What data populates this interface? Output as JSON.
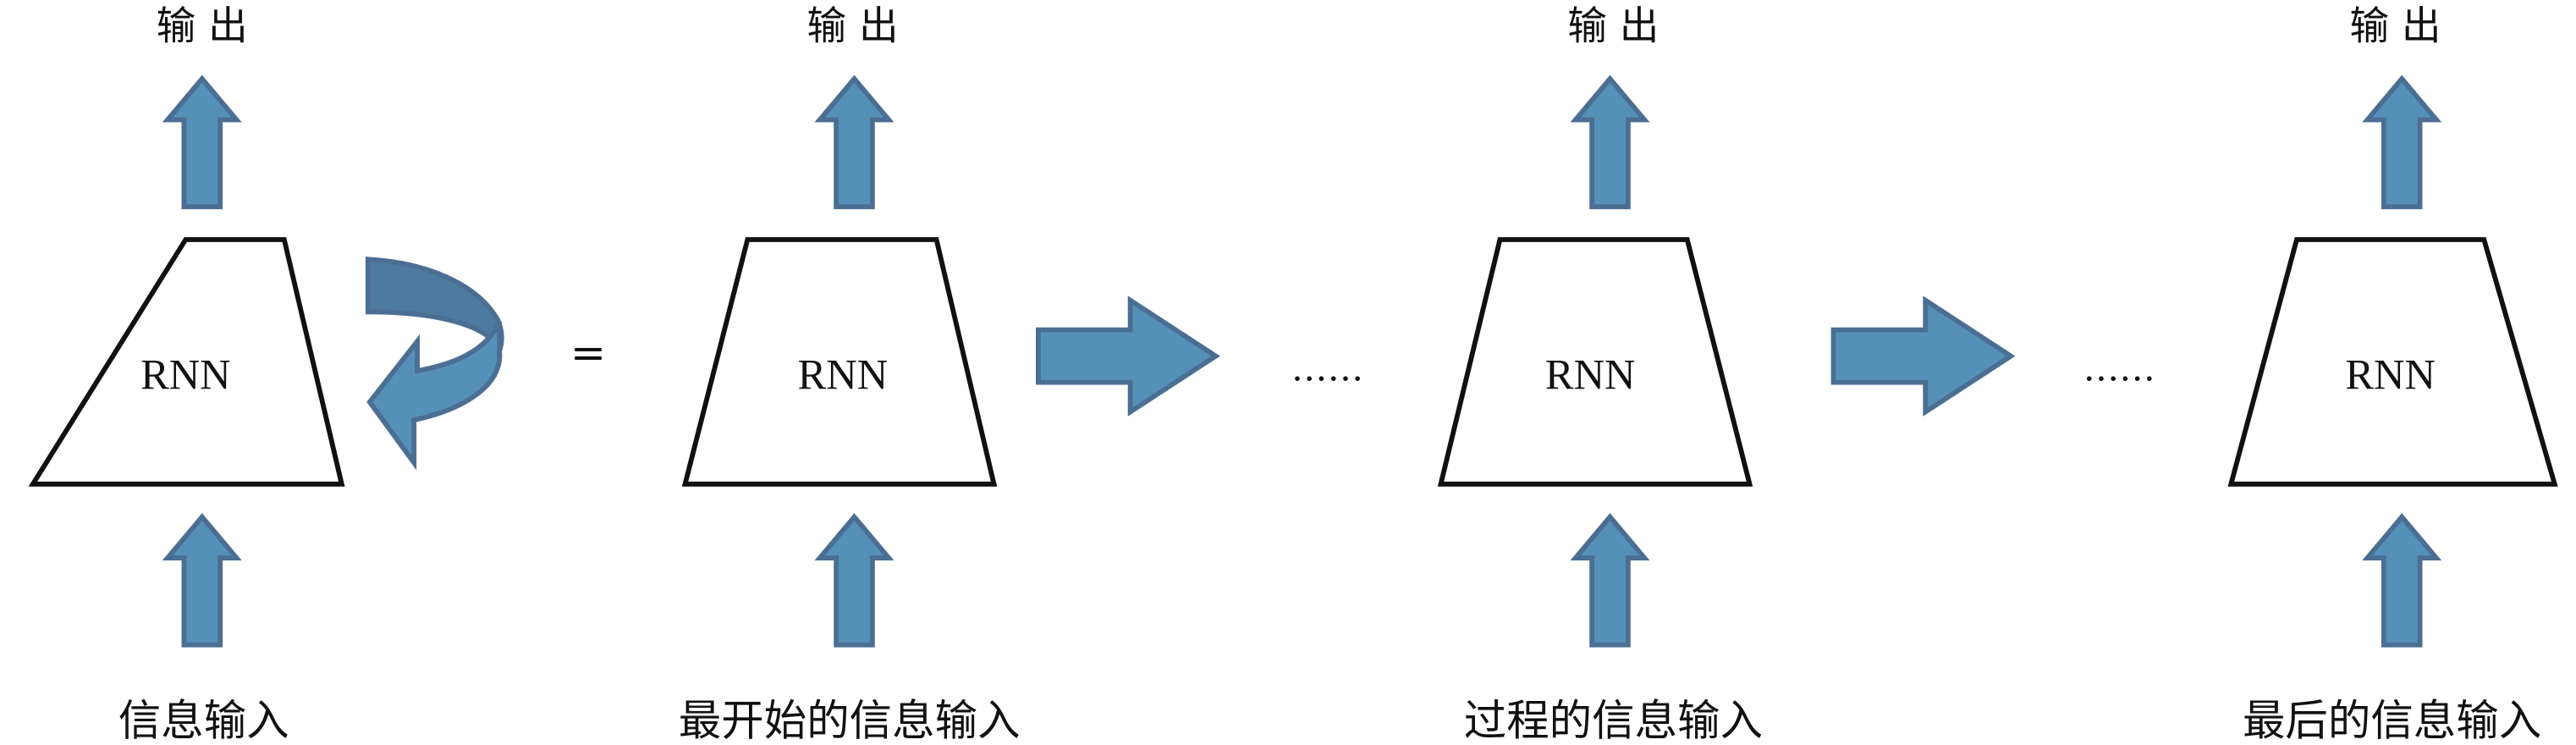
{
  "diagram": {
    "title": "RNN unrolled over time",
    "colors": {
      "arrow_fill": "#5590b8",
      "arrow_stroke": "#4b6e93",
      "box_stroke": "#111111",
      "text": "#111111"
    },
    "equals_sign": "=",
    "ellipsis": "……",
    "blocks": [
      {
        "id": "folded",
        "node_label": "RNN",
        "output_label": "输 出",
        "input_label": "信息输入",
        "has_loop": true
      },
      {
        "id": "first-step",
        "node_label": "RNN",
        "output_label": "输 出",
        "input_label": "最开始的信息输入"
      },
      {
        "id": "middle-step",
        "node_label": "RNN",
        "output_label": "输 出",
        "input_label": "过程的信息输入"
      },
      {
        "id": "last-step",
        "node_label": "RNN",
        "output_label": "输 出",
        "input_label": "最后的信息输入"
      }
    ]
  }
}
